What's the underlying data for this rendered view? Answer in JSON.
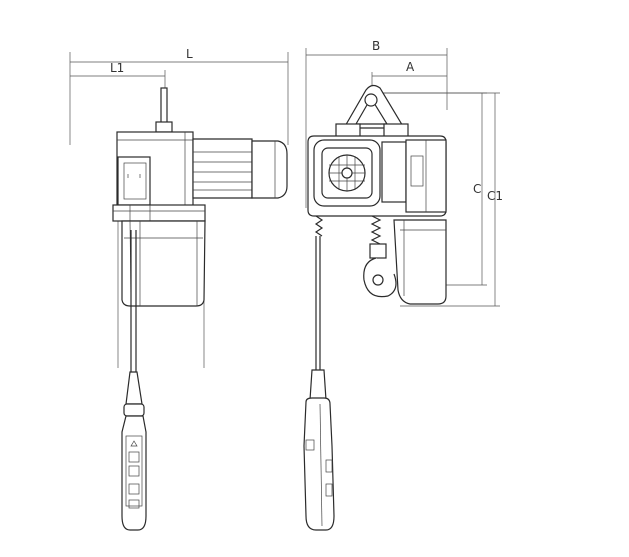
{
  "dimensions": {
    "L": "L",
    "L1": "L1",
    "B": "B",
    "A": "A",
    "C": "C",
    "C1": "C1"
  },
  "colors": {
    "line": "#2b2b2b",
    "background": "#ffffff"
  },
  "icons": [
    "hoist-side-view",
    "hoist-front-view",
    "hook-icon",
    "pendant-control-icon"
  ]
}
